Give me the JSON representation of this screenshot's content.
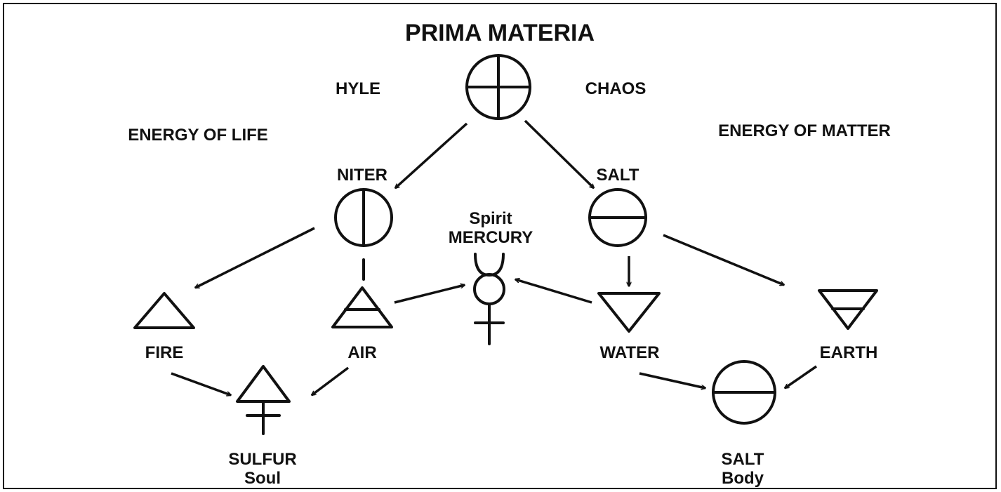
{
  "title": "PRIMA MATERIA",
  "labels": {
    "hyle": "HYLE",
    "chaos": "CHAOS",
    "energy_life": "ENERGY OF LIFE",
    "energy_matter": "ENERGY OF MATTER",
    "niter": "NITER",
    "salt_top": "SALT",
    "spirit": "Spirit",
    "mercury": "MERCURY",
    "fire": "FIRE",
    "air": "AIR",
    "water": "WATER",
    "earth": "EARTH",
    "sulfur": "SULFUR",
    "soul": "Soul",
    "salt_bottom": "SALT",
    "body": "Body"
  },
  "symbols": [
    "prima-materia-symbol",
    "niter-symbol",
    "salt-symbol",
    "mercury-symbol",
    "fire-symbol",
    "air-symbol",
    "water-symbol",
    "earth-symbol",
    "sulfur-symbol",
    "salt-body-symbol"
  ],
  "connections": [
    [
      "prima-materia",
      "niter"
    ],
    [
      "prima-materia",
      "salt"
    ],
    [
      "niter",
      "fire"
    ],
    [
      "niter",
      "air"
    ],
    [
      "salt",
      "water"
    ],
    [
      "salt",
      "earth"
    ],
    [
      "air",
      "mercury"
    ],
    [
      "water",
      "mercury"
    ],
    [
      "fire",
      "sulfur"
    ],
    [
      "air",
      "sulfur"
    ],
    [
      "water",
      "salt-body"
    ],
    [
      "earth",
      "salt-body"
    ]
  ]
}
